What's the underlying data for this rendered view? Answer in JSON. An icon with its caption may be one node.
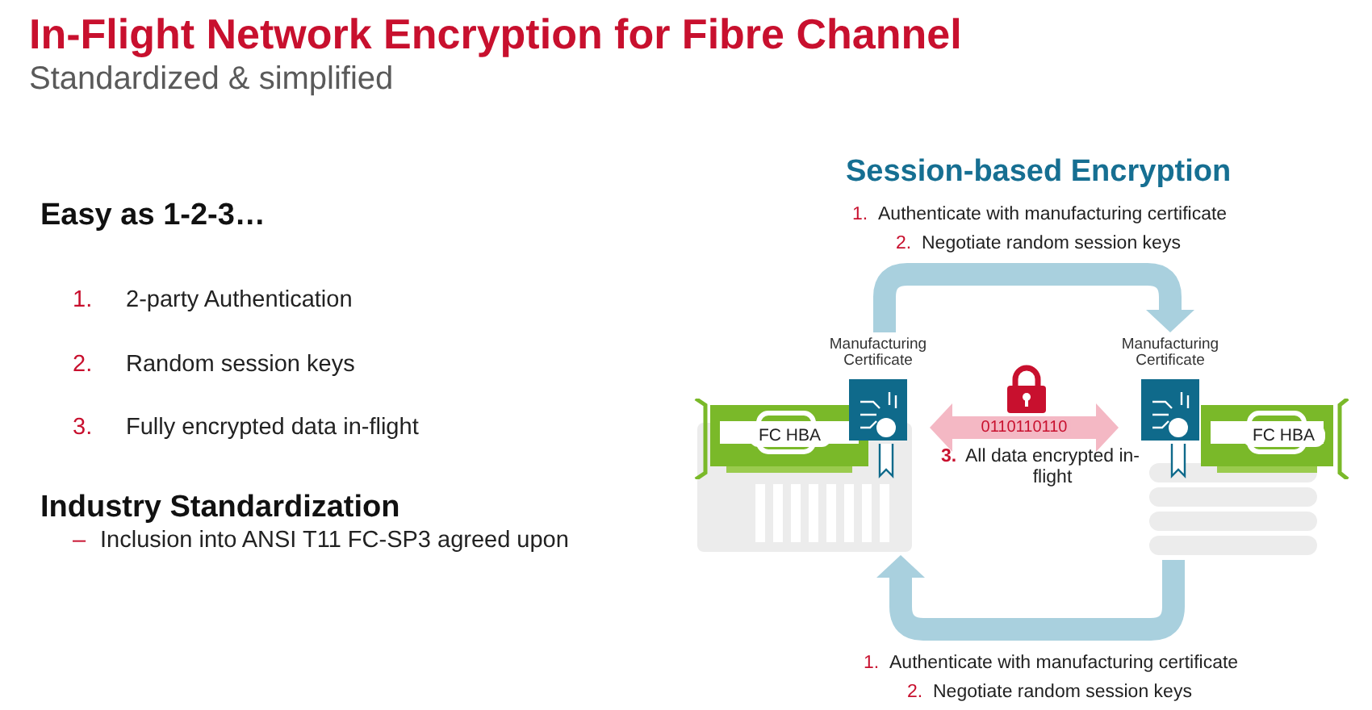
{
  "diagram": {
    "title": "In-Flight Network Encryption for Fibre Channel",
    "nodes": [
      {
        "text": [
          "FC HBA"
        ]
      },
      {
        "text": [],
        "shape": "picture",
        "beside": [
          "Manufacturing Certificate"
        ]
      },
      {
        "text": [],
        "shape": "picture",
        "beside": [
          "Manufacturing Certificate"
        ]
      },
      {
        "text": [
          "FC HBA"
        ]
      },
      {
        "text": [],
        "shape": "picture"
      },
      {
        "text": [],
        "shape": "cylinder"
      }
    ],
    "edges": [
      {
        "from": 1,
        "to": 2,
        "arrow": "to"
      },
      {
        "from": 5,
        "to": 4,
        "arrow": "to"
      },
      {
        "from": 1,
        "to": 2,
        "arrow": "both",
        "color": "#f4b8c4",
        "label": "0110110110"
      }
    ],
    "labels": [
      "Standardized & simplified",
      "Easy as 1-2-3…",
      "Session-based Encryption",
      "1.",
      "Authenticate with manufacturing certificate",
      "2.",
      "Negotiate random session keys",
      "1.",
      "2-party Authentication",
      "2.",
      "Random session keys",
      "3.",
      "Fully encrypted data in-flight",
      "3.",
      "All data encrypted in-flight",
      "Industry Standardization",
      "–",
      "Inclusion into ANSI T11 FC-SP3 agreed upon",
      "1.",
      "Authenticate with manufacturing certificate",
      "2.",
      "Negotiate random session keys"
    ]
  }
}
